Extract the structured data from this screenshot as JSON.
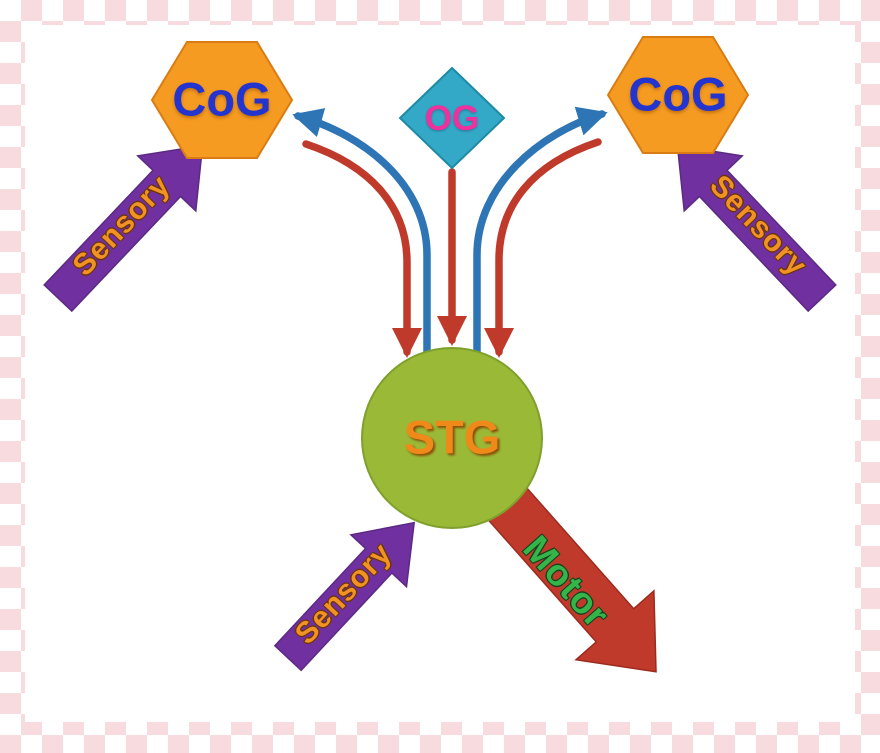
{
  "diagram": {
    "nodes": {
      "cog_left": {
        "label": "CoG",
        "shape": "hexagon"
      },
      "cog_right": {
        "label": "CoG",
        "shape": "hexagon"
      },
      "og": {
        "label": "OG",
        "shape": "diamond"
      },
      "stg": {
        "label": "STG",
        "shape": "circle"
      }
    },
    "arrows": {
      "sensory_left": {
        "label": "Sensory"
      },
      "sensory_right": {
        "label": "Sensory"
      },
      "sensory_bottom": {
        "label": "Sensory"
      },
      "motor": {
        "label": "Motor"
      }
    },
    "connections": [
      {
        "from": "STG",
        "to": "CoG-left",
        "color": "blue"
      },
      {
        "from": "CoG-left",
        "to": "STG",
        "color": "red"
      },
      {
        "from": "OG",
        "to": "STG",
        "color": "red"
      },
      {
        "from": "STG",
        "to": "CoG-right",
        "color": "blue"
      },
      {
        "from": "CoG-right",
        "to": "STG",
        "color": "red"
      }
    ],
    "colors": {
      "hexagon": "#F59B22",
      "hexagon_edge": "#D97C13",
      "diamond": "#33A9C7",
      "diamond_edge": "#1D8AA6",
      "circle": "#9AB937",
      "circle_edge": "#7FA02C",
      "sensory_arrow": "#7030A0",
      "sensory_arrow_edge": "#5B2A82",
      "motor_arrow": "#C03A2B",
      "motor_arrow_edge": "#9C2B1F",
      "blue_line": "#2E75B6",
      "red_line": "#C03A2B",
      "cog_text": "#2334CF",
      "og_text": "#F0309C",
      "stg_text": "#EF8A1A",
      "sensory_text": "#F09324",
      "motor_text": "#35B44A",
      "checker": "#F8DBDE"
    }
  }
}
